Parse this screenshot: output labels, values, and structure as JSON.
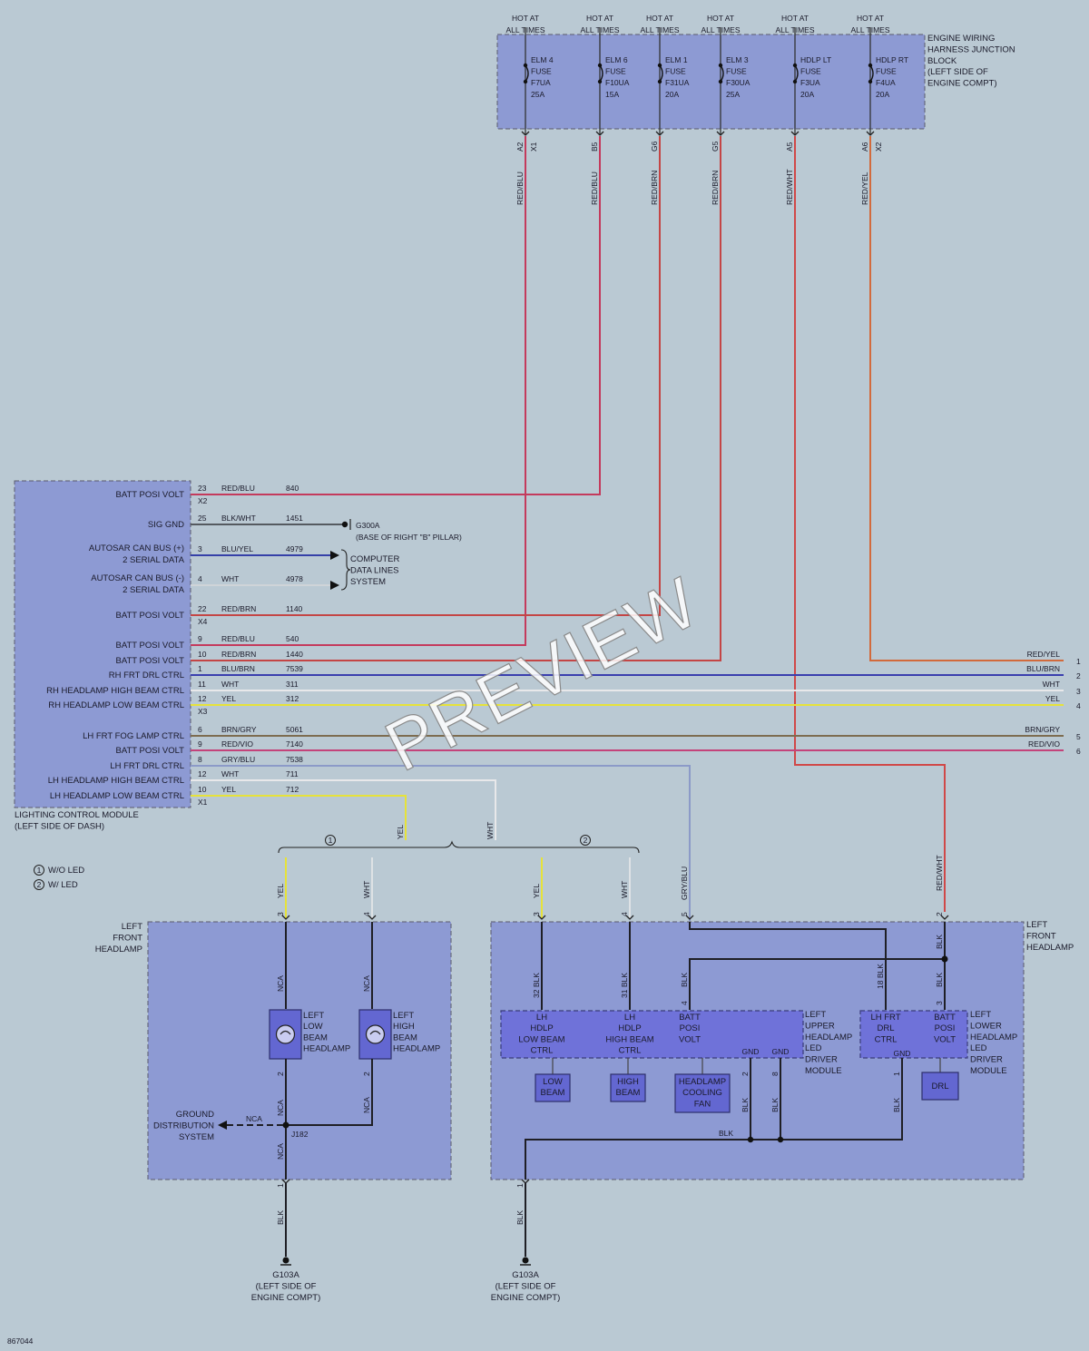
{
  "colors": {
    "red_blu": "#c43a5c",
    "red_brn": "#c44545",
    "red_wht": "#d04848",
    "red_yel": "#d26a3c",
    "blu_brn": "#3a3fae",
    "blu_yel": "#3540a8",
    "wht": "#e8e8ea",
    "yel": "#e6e23a",
    "brn_gry": "#7d6c50",
    "red_vio": "#c4437a",
    "gry_blu": "#8c9ac8",
    "blk": "#1f1f25",
    "blk_wht": "#555a60"
  },
  "fuse_block": {
    "label": [
      "ENGINE WIRING",
      "HARNESS JUNCTION",
      "BLOCK",
      "(LEFT SIDE OF",
      "ENGINE COMPT)"
    ],
    "fuses": [
      {
        "hot": [
          "HOT AT",
          "ALL TIMES"
        ],
        "name": [
          "ELM 4",
          "FUSE",
          "F7UA",
          "25A"
        ],
        "pin": "A2",
        "conn": "X1",
        "wire": "RED/BLU"
      },
      {
        "hot": [
          "HOT AT",
          "ALL TIMES"
        ],
        "name": [
          "ELM 6",
          "FUSE",
          "F10UA",
          "15A"
        ],
        "pin": "B5",
        "conn": "",
        "wire": "RED/BLU"
      },
      {
        "hot": [
          "HOT AT",
          "ALL TIMES"
        ],
        "name": [
          "ELM 1",
          "FUSE",
          "F31UA",
          "20A"
        ],
        "pin": "G6",
        "conn": "",
        "wire": "RED/BRN"
      },
      {
        "hot": [
          "HOT AT",
          "ALL TIMES"
        ],
        "name": [
          "ELM 3",
          "FUSE",
          "F30UA",
          "25A"
        ],
        "pin": "G5",
        "conn": "",
        "wire": "RED/BRN"
      },
      {
        "hot": [
          "HOT AT",
          "ALL TIMES"
        ],
        "name": [
          "HDLP LT",
          "FUSE",
          "F3UA",
          "20A"
        ],
        "pin": "A5",
        "conn": "",
        "wire": "RED/WHT"
      },
      {
        "hot": [
          "HOT AT",
          "ALL TIMES"
        ],
        "name": [
          "HDLP RT",
          "FUSE",
          "F4UA",
          "20A"
        ],
        "pin": "A6",
        "conn": "X2",
        "wire": "RED/YEL"
      }
    ]
  },
  "lcm": {
    "label": [
      "LIGHTING CONTROL MODULE",
      "(LEFT SIDE OF DASH)"
    ],
    "rows": [
      {
        "label": [
          "BATT POSI VOLT"
        ],
        "pin": "23",
        "wire": "RED/BLU",
        "circuit": "840"
      },
      {
        "label": [
          "SIG GND"
        ],
        "pin": "25",
        "wire": "BLK/WHT",
        "circuit": "1451"
      },
      {
        "label": [
          "AUTOSAR CAN BUS (+)",
          "2 SERIAL DATA"
        ],
        "pin": "3",
        "wire": "BLU/YEL",
        "circuit": "4979"
      },
      {
        "label": [
          "AUTOSAR CAN BUS (-)",
          "2 SERIAL DATA"
        ],
        "pin": "4",
        "wire": "WHT",
        "circuit": "4978"
      },
      {
        "label": [
          "BATT POSI VOLT"
        ],
        "pin": "22",
        "wire": "RED/BRN",
        "circuit": "1140"
      },
      {
        "label": [
          "BATT POSI VOLT"
        ],
        "pin": "9",
        "wire": "RED/BLU",
        "circuit": "540"
      },
      {
        "label": [
          "BATT POSI VOLT"
        ],
        "pin": "10",
        "wire": "RED/BRN",
        "circuit": "1440"
      },
      {
        "label": [
          "RH FRT DRL CTRL"
        ],
        "pin": "1",
        "wire": "BLU/BRN",
        "circuit": "7539"
      },
      {
        "label": [
          "RH HEADLAMP HIGH BEAM CTRL"
        ],
        "pin": "11",
        "wire": "WHT",
        "circuit": "311"
      },
      {
        "label": [
          "RH HEADLAMP LOW BEAM CTRL"
        ],
        "pin": "12",
        "wire": "YEL",
        "circuit": "312"
      },
      {
        "label": [
          "LH FRT FOG LAMP CTRL"
        ],
        "pin": "6",
        "wire": "BRN/GRY",
        "circuit": "5061"
      },
      {
        "label": [
          "BATT POSI VOLT"
        ],
        "pin": "9",
        "wire": "RED/VIO",
        "circuit": "7140"
      },
      {
        "label": [
          "LH FRT DRL CTRL"
        ],
        "pin": "8",
        "wire": "GRY/BLU",
        "circuit": "7538"
      },
      {
        "label": [
          "LH HEADLAMP HIGH BEAM CTRL"
        ],
        "pin": "12",
        "wire": "WHT",
        "circuit": "711"
      },
      {
        "label": [
          "LH HEADLAMP LOW BEAM CTRL"
        ],
        "pin": "10",
        "wire": "YEL",
        "circuit": "712"
      }
    ],
    "connectors": [
      "X2",
      "X4",
      "X3",
      "X1"
    ]
  },
  "ground_g300a": [
    "G300A",
    "(BASE OF RIGHT \"B\" PILLAR)"
  ],
  "computer_data": [
    "COMPUTER",
    "DATA LINES",
    "SYSTEM"
  ],
  "right_exits": [
    {
      "wire": "RED/YEL",
      "num": "1"
    },
    {
      "wire": "BLU/BRN",
      "num": "2"
    },
    {
      "wire": "WHT",
      "num": "3"
    },
    {
      "wire": "YEL",
      "num": "4"
    },
    {
      "wire": "BRN/GRY",
      "num": "5"
    },
    {
      "wire": "RED/VIO",
      "num": "6"
    }
  ],
  "legend": {
    "one": "1",
    "two": "2",
    "item1": "W/O LED",
    "item2": "W/ LED"
  },
  "wire_labels": {
    "yel": "YEL",
    "wht": "WHT",
    "gry_blu": "GRY/BLU",
    "red_wht": "RED/WHT",
    "blk": "BLK",
    "nca": "NCA",
    "blk32": "32  BLK",
    "blk31": "31  BLK",
    "blk18": "18  BLK"
  },
  "left_headlamp_a": {
    "label": [
      "LEFT",
      "FRONT",
      "HEADLAMP"
    ],
    "low": [
      "LEFT",
      "LOW",
      "BEAM",
      "HEADLAMP"
    ],
    "high": [
      "LEFT",
      "HIGH",
      "BEAM",
      "HEADLAMP"
    ],
    "pins": {
      "p3": "3",
      "p4": "4",
      "p1": "1",
      "p2": "2"
    },
    "splice": "J182",
    "ground_dist": [
      "GROUND",
      "DISTRIBUTION",
      "SYSTEM"
    ]
  },
  "left_headlamp_b": {
    "label": [
      "LEFT",
      "FRONT",
      "HEADLAMP"
    ],
    "pins": {
      "p3": "3",
      "p4": "4",
      "p5": "5",
      "p2": "2",
      "p1": "1",
      "p8": "8",
      "p32": "32",
      "p31": "31"
    },
    "upper": {
      "label": [
        "LEFT",
        "UPPER",
        "HEADLAMP",
        "LED",
        "DRIVER",
        "MODULE"
      ],
      "low": [
        "LH",
        "HDLP",
        "LOW BEAM",
        "CTRL"
      ],
      "high": [
        "LH",
        "HDLP",
        "HIGH BEAM",
        "CTRL"
      ],
      "batt": [
        "BATT",
        "POSI",
        "VOLT"
      ],
      "gnd1": "GND",
      "gnd2": "GND"
    },
    "lower": {
      "label": [
        "LEFT",
        "LOWER",
        "HEADLAMP",
        "LED",
        "DRIVER",
        "MODULE"
      ],
      "drl": [
        "LH FRT",
        "DRL",
        "CTRL"
      ],
      "batt": [
        "BATT",
        "POSI",
        "VOLT"
      ],
      "gnd": "GND"
    },
    "low_beam": [
      "LOW",
      "BEAM"
    ],
    "high_beam": [
      "HIGH",
      "BEAM"
    ],
    "fan": [
      "HEADLAMP",
      "COOLING",
      "FAN"
    ],
    "drl_box": "DRL"
  },
  "grounds": {
    "g1": [
      "G103A",
      "(LEFT SIDE OF",
      "ENGINE COMPT)"
    ],
    "g2": [
      "G103A",
      "(LEFT SIDE OF",
      "ENGINE COMPT)"
    ]
  },
  "figure_id": "867044",
  "watermark": "PREVIEW"
}
